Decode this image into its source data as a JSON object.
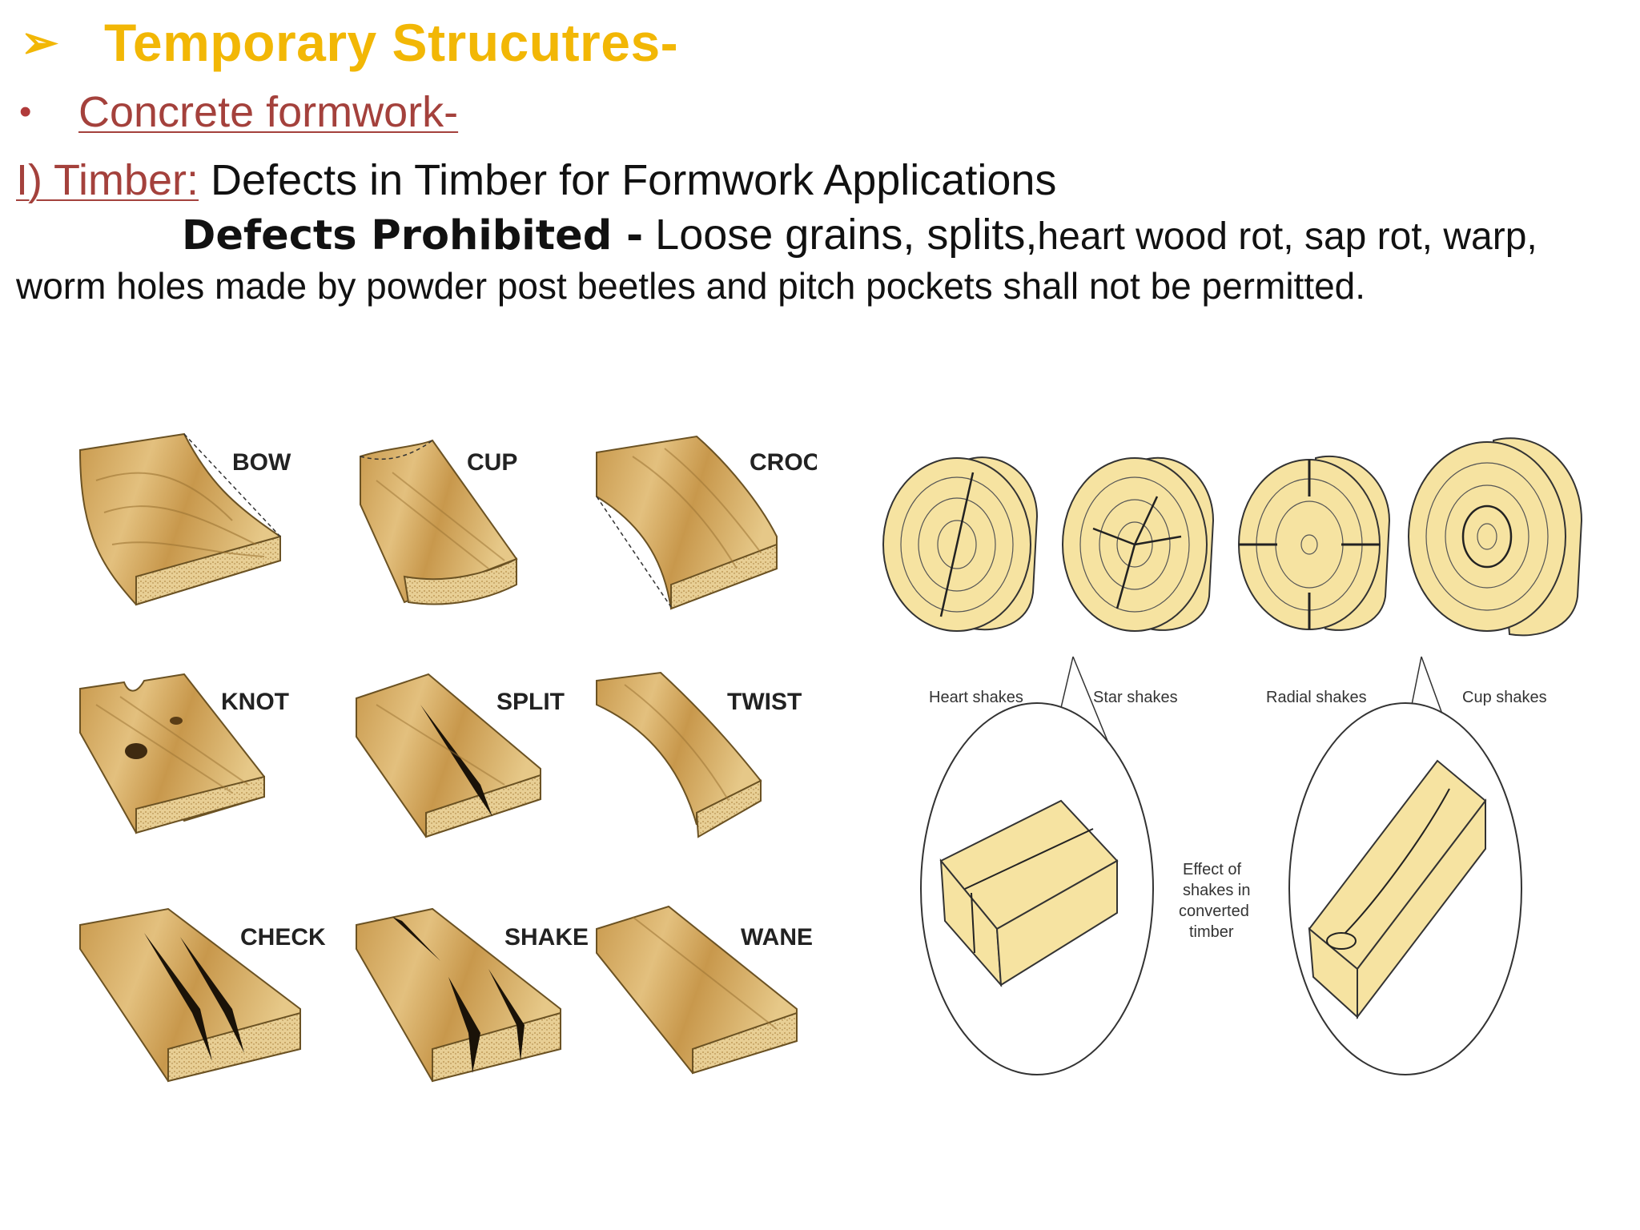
{
  "header": {
    "arrow": "➢",
    "title": "Temporary Strucutres-"
  },
  "bullet": {
    "dot": "•",
    "text": "Concrete formwork-"
  },
  "timber": {
    "link": "I) Timber:",
    "text": " Defects in Timber for Formwork Applications"
  },
  "defects": {
    "bold": "Defects Prohibited -",
    "rest1": " Loose grains, splits,",
    "rest2": "heart wood rot, sap rot, warp,",
    "line2": "worm holes made by powder post beetles and pitch pockets shall not be permitted."
  },
  "wood_defects": {
    "labels": [
      "BOW",
      "CUP",
      "CROOK",
      "KNOT",
      "SPLIT",
      "TWIST",
      "CHECK",
      "SHAKE",
      "WANE"
    ]
  },
  "shakes": {
    "labels": [
      "Heart shakes",
      "Star shakes",
      "Radial shakes",
      "Cup shakes"
    ],
    "effect_lines": [
      "Effect of",
      "shakes in",
      "converted",
      "timber"
    ]
  },
  "colors": {
    "title": "#f2b705",
    "accent_red": "#a4413c",
    "wood": "#d8b26a",
    "wood_dark": "#b08a42",
    "log_fill": "#f6e3a1"
  }
}
